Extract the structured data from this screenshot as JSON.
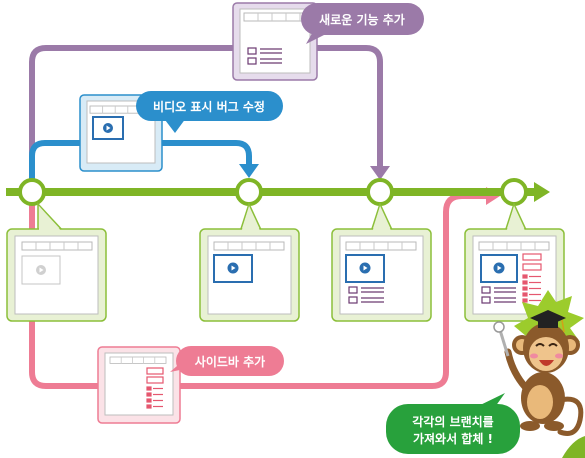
{
  "bubbles": {
    "new_feature": "새로운 기능 추가",
    "video_bug_fix": "비디오 표시 버그 수정",
    "sidebar_add": "사이드바 추가",
    "merge_line1": "각각의 브랜치를",
    "merge_line2": "가져와서 합체 !"
  },
  "colors": {
    "master": "#7fb526",
    "feature_purple": "#9b7aa8",
    "bugfix_blue": "#2b8fcc",
    "sidebar_pink": "#ee7c94",
    "merge_green": "#28a13c",
    "video_blue": "#2a6eb0",
    "card_frame_green": "#e8f1d4",
    "card_border_green": "#8cbf3a"
  },
  "icons": [
    "play-icon",
    "monkey-mascot",
    "graduation-cap-icon",
    "magic-wand-icon"
  ]
}
